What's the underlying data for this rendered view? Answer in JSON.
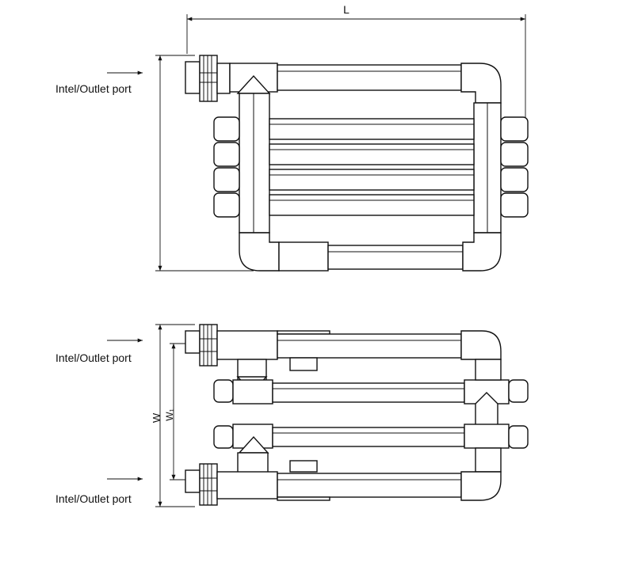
{
  "diagram": {
    "labels": {
      "port_top_view": "Intel/Outlet port",
      "port_side_upper": "Intel/Outlet port",
      "port_side_lower": "Intel/Outlet port"
    },
    "dimensions": {
      "length": "L",
      "width": "W",
      "width_inner": "W₁"
    },
    "colors": {
      "line": "#111111",
      "background": "#ffffff"
    }
  }
}
